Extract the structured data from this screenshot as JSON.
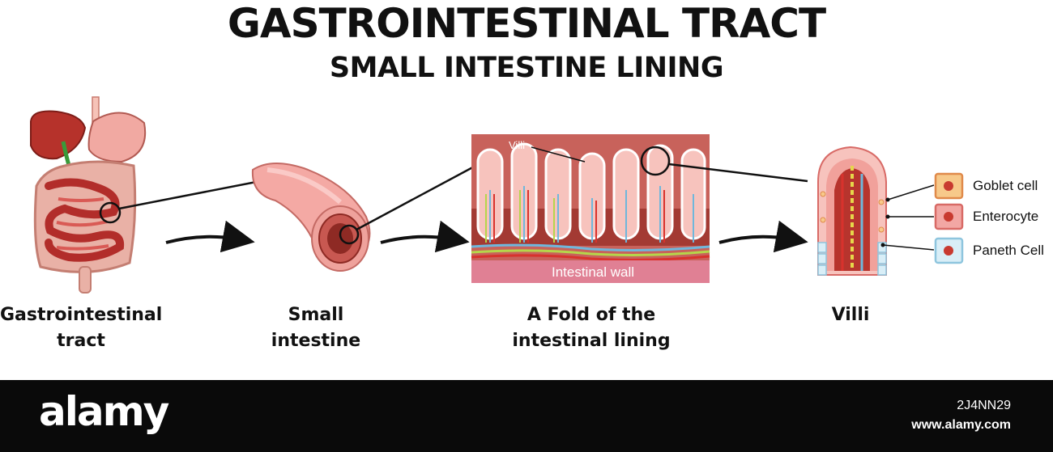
{
  "title": "GASTROINTESTINAL TRACT",
  "subtitle": "SMALL INTESTINE LINING",
  "captions": {
    "gi_tract": "Gastrointestinal tract",
    "small_intestine": "Small intestine",
    "fold": "A Fold of the intestinal lining",
    "villi": "Villi"
  },
  "fold_labels": {
    "villi": "Villi",
    "wall": "Intestinal wall"
  },
  "legend": [
    {
      "label": "Goblet cell",
      "fill": "#f7c98a",
      "border": "#e08a4a",
      "nucleus": "#c83a30"
    },
    {
      "label": "Enterocyte",
      "fill": "#f2a7a4",
      "border": "#d86a66",
      "nucleus": "#c83a30"
    },
    {
      "label": "Paneth Cell",
      "fill": "#d9eef7",
      "border": "#8ec5de",
      "nucleus": "#c83a30"
    }
  ],
  "footer": {
    "logo": "alamy",
    "image_id": "2J4NN29",
    "url": "www.alamy.com"
  },
  "colors": {
    "background": "#ffffff",
    "footer": "#0a0a0a",
    "tissue_pink": "#f4a9a4",
    "tissue_dark": "#8e2a24"
  }
}
